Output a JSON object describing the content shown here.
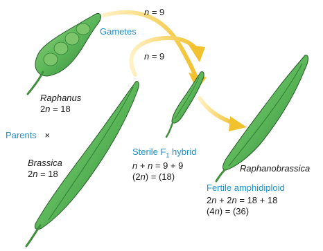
{
  "labels": {
    "gametes": "Gametes",
    "n_top": "n = 9",
    "n_second": "n = 9",
    "parents": "Parents",
    "cross": "×",
    "raphanus_name": "Raphanus",
    "raphanus_2n": "2n = 18",
    "brassica_name": "Brassica",
    "brassica_2n": "2n = 18",
    "sterile_title": "Sterile F",
    "sterile_sub": "1",
    "sterile_title_end": " hybrid",
    "sterile_eq1": "n + n = 9 + 9",
    "sterile_eq2": "(2n) = (18)",
    "raphanobrassica_name": "Raphanobrassica",
    "fertile_title": "Fertile amphidiploid",
    "fertile_eq1": "2n + 2n = 18 + 18",
    "fertile_eq2": "(4n) = (36)"
  },
  "colors": {
    "label_blue": "#1e90c8",
    "pod_green": "#5cb85a",
    "pod_dark": "#2f7d33",
    "arrow_yellow": "#f2c12e"
  }
}
